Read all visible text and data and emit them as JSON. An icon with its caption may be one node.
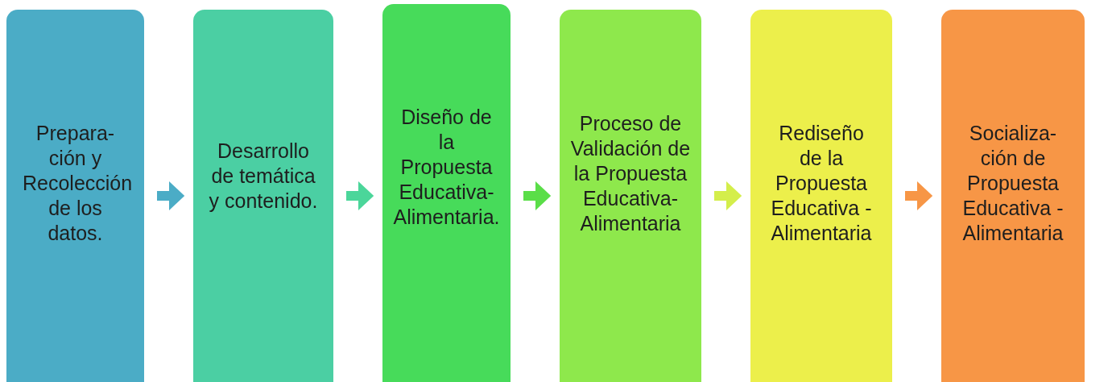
{
  "diagram": {
    "nodes": [
      {
        "text": [
          "Prepara-ción y Recolección de los datos."
        ]
      },
      {
        "text": [
          "Desarrollo de temática y contenido."
        ]
      },
      {
        "text": [
          "Diseño de la Propuesta Educativa-Alimentaria."
        ]
      },
      {
        "text": [
          "Proceso de Validación de la Propuesta Educativa-Alimentaria"
        ]
      },
      {
        "text": [
          "Rediseño de la Propuesta Educativa - Alimentaria"
        ]
      },
      {
        "text": [
          "Socializa-ción de Propuesta Educativa - Alimentaria"
        ]
      }
    ],
    "edges": [
      {
        "from": 0,
        "to": 1,
        "arrow": "to",
        "color": "#4bacc6"
      },
      {
        "from": 1,
        "to": 2,
        "arrow": "to",
        "color": "#4bd69a"
      },
      {
        "from": 2,
        "to": 3,
        "arrow": "to",
        "color": "#5ade48"
      },
      {
        "from": 3,
        "to": 4,
        "arrow": "to",
        "color": "#d4ee4b"
      },
      {
        "from": 4,
        "to": 5,
        "arrow": "to",
        "color": "#f79646"
      }
    ]
  }
}
